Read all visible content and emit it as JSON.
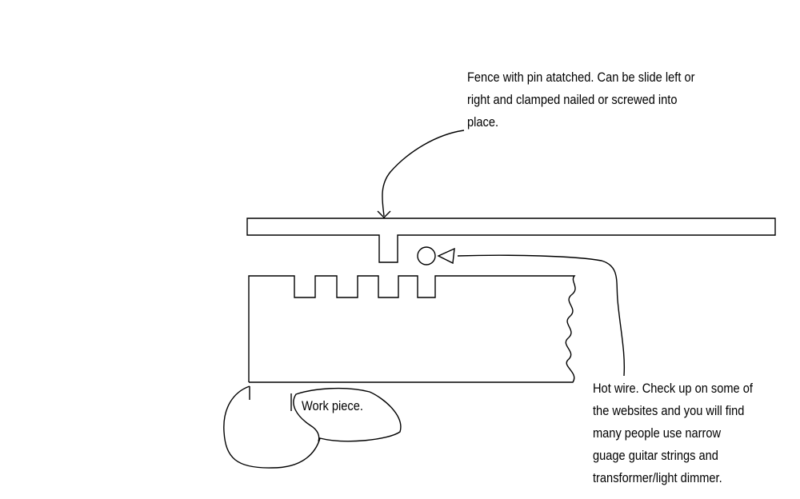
{
  "diagram": {
    "stroke_color": "#000000",
    "background_color": "#ffffff",
    "labels": {
      "fence": {
        "lines": [
          "Fence with pin atatched.  Can be slide left or",
          "right and clamped nailed or screwed into",
          "place."
        ]
      },
      "hot_wire": {
        "lines": [
          "Hot wire.  Check up on some of",
          "the websites and you will find",
          "many people use narrow",
          "guage guitar strings and",
          "transformer/light dimmer."
        ]
      },
      "work_piece": {
        "lines": [
          "Work piece."
        ]
      }
    }
  }
}
